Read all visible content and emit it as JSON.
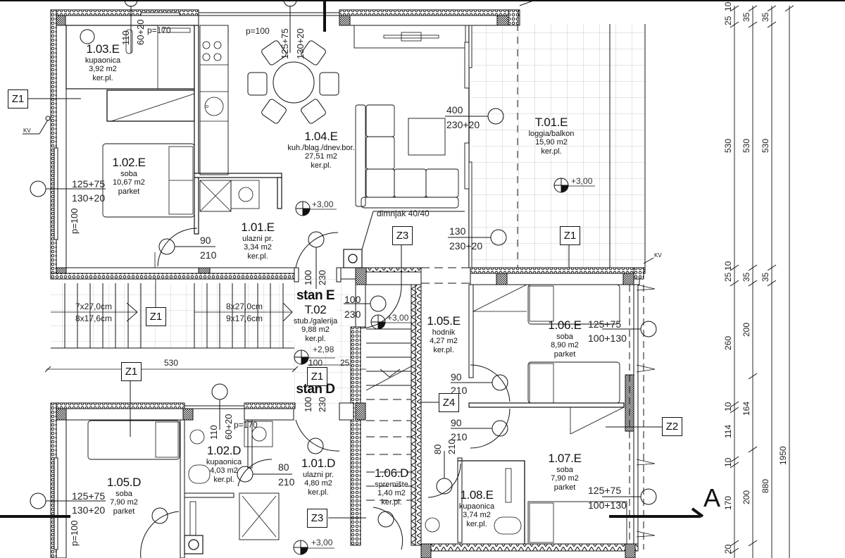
{
  "drawing": {
    "type": "architectural floor plan",
    "section_marker": "A"
  },
  "rooms": [
    {
      "code": "1.03.E",
      "name": "kupaonica",
      "area": "3,92 m2",
      "floor": "ker.pl."
    },
    {
      "code": "1.02.E",
      "name": "soba",
      "area": "10,67 m2",
      "floor": "parket"
    },
    {
      "code": "1.04.E",
      "name": "kuh./blag./dnev.bor.",
      "area": "27,51 m2",
      "floor": "ker.pl."
    },
    {
      "code": "1.01.E",
      "name": "ulazni pr.",
      "area": "3,34 m2",
      "floor": "ker.pl."
    },
    {
      "code": "T.01.E",
      "name": "loggia/balkon",
      "area": "15,90 m2",
      "floor": "ker.pl."
    },
    {
      "code": "T.02",
      "name": "stub./galerija",
      "area": "9,88 m2",
      "floor": "ker.pl."
    },
    {
      "code": "1.05.E",
      "name": "hodnik",
      "area": "4,27 m2",
      "floor": "ker.pl."
    },
    {
      "code": "1.06.E",
      "name": "soba",
      "area": "8,90 m2",
      "floor": "parket"
    },
    {
      "code": "1.07.E",
      "name": "soba",
      "area": "7,90 m2",
      "floor": "parket"
    },
    {
      "code": "1.08.E",
      "name": "kupaonica",
      "area": "3,74 m2",
      "floor": "ker.pl."
    },
    {
      "code": "1.05.D",
      "name": "soba",
      "area": "7,90 m2",
      "floor": "parket"
    },
    {
      "code": "1.02.D",
      "name": "kupaonica",
      "area": "4,03 m2",
      "floor": "ker.pl."
    },
    {
      "code": "1.01.D",
      "name": "ulazni pr.",
      "area": "4,80 m2",
      "floor": "ker.pl."
    },
    {
      "code": "1.06.D",
      "name": "spremište",
      "area": "1,40 m2",
      "floor": "ker.pl."
    }
  ],
  "units": {
    "upper": "stan E",
    "lower": "stan D"
  },
  "tags": {
    "z1": "Z1",
    "z2": "Z2",
    "z3": "Z3",
    "z4": "Z4",
    "kv": "KV"
  },
  "chimney": "dimnjak 40/40",
  "elevations": {
    "e1": "+3,00",
    "e2": "+3,00",
    "e3": "+3,00",
    "e4": "+2,98",
    "e5": "+3,00"
  },
  "openings": {
    "w_1_03_a": "110",
    "w_1_03_b": "60+20",
    "w_1_03_p": "p=170",
    "w_kitchen_p": "p=100",
    "w_kitchen_a": "125+75",
    "w_kitchen_b": "130+20",
    "w_1_02_a": "125+75",
    "w_1_02_b": "130+20",
    "w_1_02_p": "p=100",
    "d_1_01_a": "90",
    "d_1_01_b": "210",
    "d_liv_a": "400",
    "d_liv_b": "230+20",
    "d_liv2_a": "130",
    "d_liv2_b": "230+20",
    "d_entry_a": "100",
    "d_entry_b": "230",
    "d_hall_a": "100",
    "d_hall_b": "230",
    "w_1_06_a": "125+75",
    "w_1_06_b": "100+130",
    "d_1_06_a": "90",
    "d_1_06_b": "210",
    "d_1_07_a": "90",
    "d_1_07_b": "210",
    "d_1_08_a": "80",
    "d_1_08_b": "210",
    "w_1_07_a": "125+75",
    "w_1_07_b": "100+130",
    "w_1_05d_a": "125+75",
    "w_1_05d_b": "130+20",
    "w_1_05d_p": "p=100",
    "w_1_02d_a": "110",
    "w_1_02d_b": "60+20",
    "w_1_02d_p": "p=170",
    "d_1_02d_a": "80",
    "d_1_02d_b": "210",
    "d_stanD_a": "100",
    "d_stanD_b": "230"
  },
  "stairs": {
    "flight1_a": "7x27,0cm",
    "flight1_b": "8x17,6cm",
    "flight2_a": "8x27,0cm",
    "flight2_b": "9x17,6cm",
    "width": "530",
    "gap_a": "100",
    "gap_b": "25"
  },
  "dimensions_right": {
    "col1": [
      "25",
      "10",
      "530",
      "25",
      "10",
      "260",
      "10",
      "114",
      "10",
      "170",
      "20"
    ],
    "col2": [
      "35",
      "530",
      "35",
      "200",
      "164",
      "200"
    ],
    "col3": [
      "35",
      "530",
      "35",
      "880"
    ],
    "col4": [
      "1950"
    ]
  }
}
